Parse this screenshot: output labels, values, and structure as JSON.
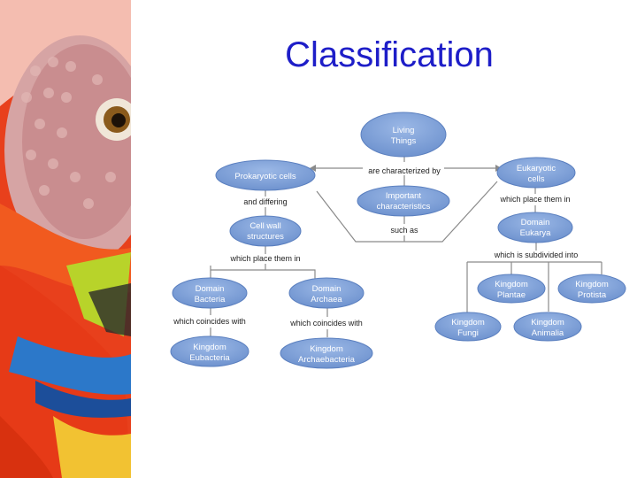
{
  "slide": {
    "title": "Classification"
  },
  "colors": {
    "title": "#1e1ec8",
    "node_fill": "#7b9fd6",
    "node_edge": "#5a7fbf",
    "line": "#8a8a8a"
  },
  "concept_map": {
    "nodes": {
      "living_things": [
        "Living",
        "Things"
      ],
      "prokaryotic_cells": [
        "Prokaryotic cells"
      ],
      "eukaryotic_cells": [
        "Eukaryotic",
        "cells"
      ],
      "important_characteristics": [
        "Important",
        "characteristics"
      ],
      "cell_wall_structures": [
        "Cell wall",
        "structures"
      ],
      "domain_eukarya": [
        "Domain",
        "Eukarya"
      ],
      "domain_bacteria": [
        "Domain",
        "Bacteria"
      ],
      "domain_archaea": [
        "Domain",
        "Archaea"
      ],
      "kingdom_plantae": [
        "Kingdom",
        "Plantae"
      ],
      "kingdom_protista": [
        "Kingdom",
        "Protista"
      ],
      "kingdom_eubacteria": [
        "Kingdom",
        "Eubacteria"
      ],
      "kingdom_archaebacteria": [
        "Kingdom",
        "Archaebacteria"
      ],
      "kingdom_fungi": [
        "Kingdom",
        "Fungi"
      ],
      "kingdom_animalia": [
        "Kingdom",
        "Animalia"
      ]
    },
    "links": {
      "are_characterized_by": "are characterized by",
      "and_differing": "and differing",
      "such_as": "such as",
      "which_place_them_in_right": "which place them in",
      "which_place_them_in_left": "which place them in",
      "which_is_subdivided_into": "which is subdivided into",
      "which_coincides_with_left": "which coincides with",
      "which_coincides_with_right": "which coincides with"
    }
  }
}
